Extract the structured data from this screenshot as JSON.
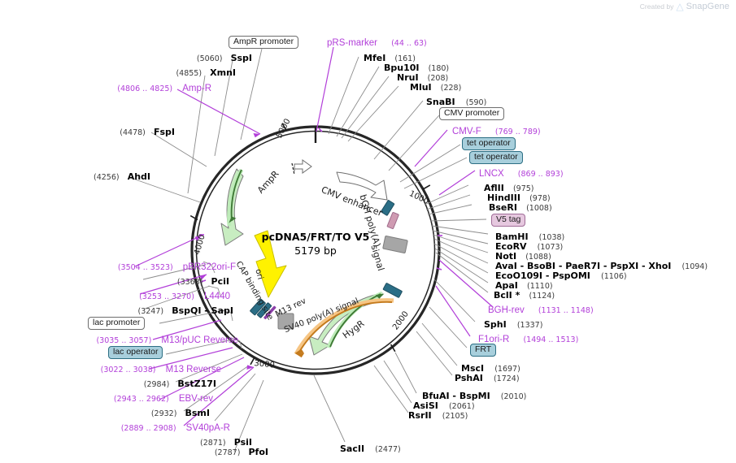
{
  "watermark": {
    "prefix": "Created by",
    "brand": "SnapGene"
  },
  "plasmid": {
    "name": "pcDNA5/FRT/TO V5",
    "size": "5179 bp",
    "ticks": [
      "1000",
      "2000",
      "3000",
      "4000",
      "5000"
    ],
    "features": [
      {
        "name": "CMV enhancer",
        "color": "#ffffff"
      },
      {
        "name": "bGH poly(A) signal",
        "color": "#ffffff"
      },
      {
        "name": "HygR",
        "color": "#bdebb8"
      },
      {
        "name": "SV40 poly(A) signal",
        "color": "#ffffff"
      },
      {
        "name": "M13 rev",
        "color": "#ffffff"
      },
      {
        "name": "CAP binding site",
        "color": "#ffffff"
      },
      {
        "name": "ori",
        "color": "#fff200"
      },
      {
        "name": "AmpR",
        "color": "#bdebb8"
      }
    ]
  },
  "labels": {
    "top": [
      {
        "name": "AmpR promoter",
        "kind": "box"
      },
      {
        "name": "pRS-marker",
        "pos": "(44 .. 63)",
        "kind": "primer"
      },
      {
        "enz": "SspI",
        "pos": "(5060)",
        "kind": "enzyme-right"
      },
      {
        "enz": "XmnI",
        "pos": "(4855)",
        "kind": "enzyme-right"
      },
      {
        "name": "Amp-R",
        "pos": "(4806 .. 4825)",
        "kind": "primer"
      },
      {
        "enz": "FspI",
        "pos": "(4478)",
        "kind": "enzyme-right"
      },
      {
        "enz": "AhdI",
        "pos": "(4256)",
        "kind": "enzyme-right"
      },
      {
        "enz": "MfeI",
        "pos": "(161)",
        "kind": "enzyme-left"
      },
      {
        "enz": "Bpu10I",
        "pos": "(180)",
        "kind": "enzyme-left"
      },
      {
        "enz": "NruI",
        "pos": "(208)",
        "kind": "enzyme-left"
      },
      {
        "enz": "MluI",
        "pos": "(228)",
        "kind": "enzyme-left"
      },
      {
        "enz": "SnaBI",
        "pos": "(590)",
        "kind": "enzyme-left"
      }
    ],
    "right": [
      {
        "name": "CMV promoter",
        "kind": "box"
      },
      {
        "name": "CMV-F",
        "pos": "(769 .. 789)",
        "kind": "primer"
      },
      {
        "name": "tet operator",
        "kind": "box-teal"
      },
      {
        "name": "tet operator",
        "kind": "box-teal"
      },
      {
        "name": "LNCX",
        "pos": "(869 .. 893)",
        "kind": "primer"
      },
      {
        "enz": "AflII",
        "pos": "(975)",
        "kind": "enzyme-left"
      },
      {
        "enz": "HindIII",
        "pos": "(978)",
        "kind": "enzyme-left"
      },
      {
        "enz": "BseRI",
        "pos": "(1008)",
        "kind": "enzyme-left"
      },
      {
        "name": "V5 tag",
        "kind": "box-pink"
      },
      {
        "enz": "BamHI",
        "pos": "(1038)",
        "kind": "enzyme-left"
      },
      {
        "enz": "EcoRV",
        "pos": "(1073)",
        "kind": "enzyme-left"
      },
      {
        "enz": "NotI",
        "pos": "(1088)",
        "kind": "enzyme-left"
      },
      {
        "enz": "AvaI  - BsoBI  - PaeR7I  - PspXI  - XhoI",
        "pos": "(1094)",
        "kind": "enzyme-left"
      },
      {
        "enz": "EcoO109I   - PspOMI",
        "pos": "(1106)",
        "kind": "enzyme-left"
      },
      {
        "enz": "ApaI",
        "pos": "(1110)",
        "kind": "enzyme-left"
      },
      {
        "enz": "BclI *",
        "pos": "(1124)",
        "kind": "enzyme-left"
      },
      {
        "name": "BGH-rev",
        "pos": "(1131 .. 1148)",
        "kind": "primer"
      },
      {
        "enz": "SphI",
        "pos": "(1337)",
        "kind": "enzyme-left"
      },
      {
        "name": "F1ori-R",
        "pos": "(1494 .. 1513)",
        "kind": "primer"
      },
      {
        "name": "FRT",
        "kind": "box-teal"
      },
      {
        "enz": "MscI",
        "pos": "(1697)",
        "kind": "enzyme-left"
      },
      {
        "enz": "PshAI",
        "pos": "(1724)",
        "kind": "enzyme-left"
      },
      {
        "enz": "BfuAI  - BspMI",
        "pos": "(2010)",
        "kind": "enzyme-left"
      },
      {
        "enz": "AsiSI",
        "pos": "(2061)",
        "kind": "enzyme-left"
      },
      {
        "enz": "RsrII",
        "pos": "(2105)",
        "kind": "enzyme-left"
      },
      {
        "enz": "SacII",
        "pos": "(2477)",
        "kind": "enzyme-left"
      }
    ],
    "left": [
      {
        "name": "pBR322ori-F",
        "pos": "(3504 .. 3523)",
        "kind": "primer"
      },
      {
        "enz": "PciI",
        "pos": "(3363)",
        "kind": "enzyme-right"
      },
      {
        "name": "L4440",
        "pos": "(3253 .. 3270)",
        "kind": "primer"
      },
      {
        "enz": "BspQI  - SapI",
        "pos": "(3247)",
        "kind": "enzyme-right"
      },
      {
        "name": "lac promoter",
        "kind": "box"
      },
      {
        "name": "M13/pUC Reverse",
        "pos": "(3035 .. 3057)",
        "kind": "primer"
      },
      {
        "name": "lac operator",
        "kind": "box-teal"
      },
      {
        "name": "M13 Reverse",
        "pos": "(3022 .. 3038)",
        "kind": "primer"
      },
      {
        "enz": "BstZ17I",
        "pos": "(2984)",
        "kind": "enzyme-right"
      },
      {
        "name": "EBV-rev",
        "pos": "(2943 .. 2962)",
        "kind": "primer"
      },
      {
        "enz": "BsmI",
        "pos": "(2932)",
        "kind": "enzyme-right"
      },
      {
        "name": "SV40pA-R",
        "pos": "(2889 .. 2908)",
        "kind": "primer"
      },
      {
        "enz": "PsiI",
        "pos": "(2871)",
        "kind": "enzyme-right"
      },
      {
        "enz": "PfoI",
        "pos": "(2787)",
        "kind": "enzyme-right"
      }
    ]
  },
  "colors": {
    "primer": "#b23fd9",
    "backbone": "#262626",
    "gene_fill": "#bdebb8",
    "gene_edge": "#3f7a36",
    "ori_fill": "#fff200",
    "teal": "#a8cfdc",
    "pink": "#e6c8df",
    "orange": "#f0a94c",
    "blue_feat": "#2b6e86",
    "grey_feat": "#a0a0a0"
  },
  "map_text": {
    "t1000": "1000",
    "t2000": "2000",
    "t3000": "3000",
    "t4000": "4000",
    "t5000": "5000",
    "cmv_enhancer": "CMV enhancer",
    "bgh": "bGH poly(A)",
    "bgh2": "signal",
    "hygr": "HygR",
    "sv40": "SV40 poly(A) signal",
    "m13rev": "M13 rev",
    "cap": "CAP binding site",
    "ori": "ori",
    "ampr": "AmpR"
  }
}
